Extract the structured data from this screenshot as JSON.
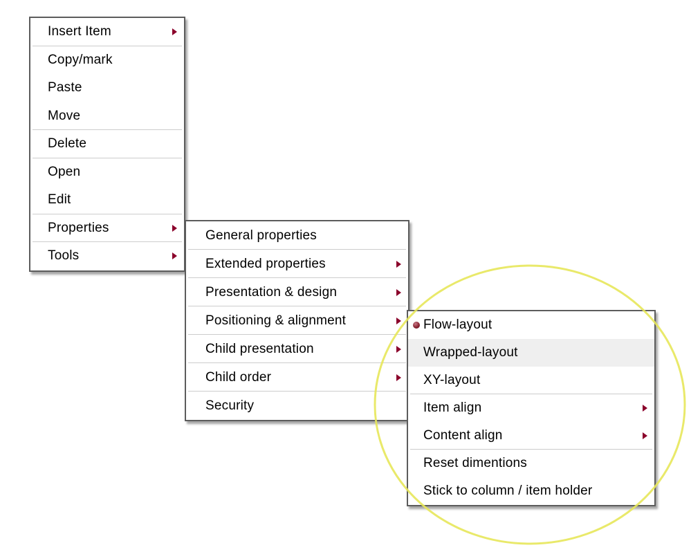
{
  "menu1": {
    "name": "item context menu",
    "items": [
      {
        "label": "Insert Item",
        "submenu": true
      },
      {
        "label": "Copy/mark"
      },
      {
        "label": "Paste"
      },
      {
        "label": "Move"
      },
      {
        "label": "Delete"
      },
      {
        "label": "Open"
      },
      {
        "label": "Edit"
      },
      {
        "label": "Properties",
        "submenu": true,
        "open": true
      },
      {
        "label": "Tools",
        "submenu": true
      }
    ]
  },
  "menu2": {
    "name": "properties submenu",
    "items": [
      {
        "label": "General properties"
      },
      {
        "label": "Extended properties",
        "submenu": true
      },
      {
        "label": "Presentation & design",
        "submenu": true
      },
      {
        "label": "Positioning & alignment",
        "submenu": true,
        "open": true
      },
      {
        "label": "Child presentation",
        "submenu": true
      },
      {
        "label": "Child order",
        "submenu": true
      },
      {
        "label": "Security"
      }
    ]
  },
  "menu3": {
    "name": "positioning and alignment submenu",
    "items": [
      {
        "label": "Flow-layout",
        "selected": true
      },
      {
        "label": "Wrapped-layout",
        "highlighted": true
      },
      {
        "label": "XY-layout"
      },
      {
        "label": "Item align",
        "submenu": true
      },
      {
        "label": "Content align",
        "submenu": true
      },
      {
        "label": "Reset dimentions"
      },
      {
        "label": "Stick to column / item holder"
      }
    ]
  },
  "colors": {
    "menu_border": "#5c5c5c",
    "separator": "#cccccc",
    "submenu_arrow": "#8b002b",
    "selected_bullet": "#8a2533",
    "highlight_row": "#efefef",
    "annotation_circle": "#e7e75a",
    "text": "#000000",
    "background": "#ffffff"
  }
}
